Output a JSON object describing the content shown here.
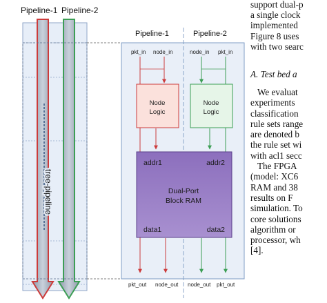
{
  "diagram": {
    "left_panel": {
      "pipeline1_label": "Pipeline-1",
      "pipeline2_label": "Pipeline-2",
      "tree_pipeline_label": "tree-pipeline"
    },
    "detail": {
      "pipeline1_label": "Pipeline-1",
      "pipeline2_label": "Pipeline-2",
      "port_pkt_in_1": "pkt_in",
      "port_node_in_1": "node_in",
      "port_node_in_2": "node_in",
      "port_pkt_in_2": "pkt_in",
      "node_logic_1": [
        "Node",
        "Logic"
      ],
      "node_logic_2": [
        "Node",
        "Logic"
      ],
      "ram": {
        "addr1": "addr1",
        "addr2": "addr2",
        "title": [
          "Dual-Port",
          "Block RAM"
        ],
        "data1": "data1",
        "data2": "data2"
      },
      "port_pkt_out_1": "pkt_out",
      "port_node_out_1": "node_out",
      "port_node_out_2": "node_out",
      "port_pkt_out_2": "pkt_out"
    },
    "colors": {
      "pipeline1": "#cc3b3b",
      "pipeline2": "#3c9e55",
      "panel_fill": "#e9eff8",
      "panel_stroke": "#7f9cc4",
      "node_logic_fill": "#fbe1dc",
      "ram_fill": "#9a7fc4",
      "pipe_fill": "#aeb8c6"
    }
  },
  "text_column": {
    "lines_top": [
      "support dual-p",
      "a single clock",
      "implemented",
      "Figure 8 uses",
      "with two searc"
    ],
    "section_heading": "A.  Test bed a",
    "lines_body": [
      "We evaluat",
      "experiments",
      "classification",
      "rule sets range",
      "are denoted b",
      "the rule set wi",
      "with acl1 secc",
      "The FPGA",
      "(model:  XC6",
      "RAM  and  38",
      "results  on  F",
      "simulation. To",
      "core  solutions",
      "algorithm  or",
      "processor,  wh",
      "[4]."
    ]
  }
}
